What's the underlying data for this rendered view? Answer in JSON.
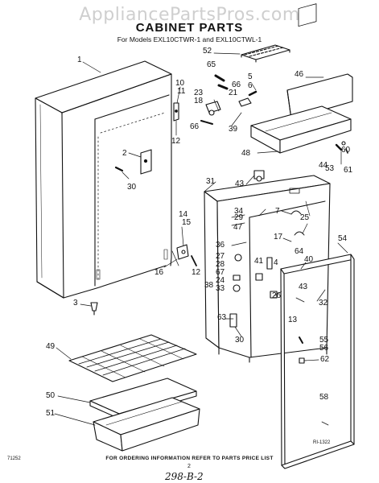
{
  "watermark": "AppliancePartsPros.com",
  "title": "CABINET PARTS",
  "subtitle": "For Models EXL10CTWR-1 and EXL10CTWL-1",
  "footer_note": "FOR ORDERING INFORMATION REFER TO PARTS PRICE LIST",
  "doc_code": "71252",
  "page_number": "2",
  "handwritten": "298-B-2",
  "ref_code": "RI-1322",
  "callouts": [
    {
      "id": "1",
      "label": "1"
    },
    {
      "id": "2",
      "label": "2"
    },
    {
      "id": "3",
      "label": "3"
    },
    {
      "id": "30a",
      "label": "30"
    },
    {
      "id": "10",
      "label": "10"
    },
    {
      "id": "11",
      "label": "11"
    },
    {
      "id": "12a",
      "label": "12"
    },
    {
      "id": "23",
      "label": "23"
    },
    {
      "id": "18",
      "label": "18"
    },
    {
      "id": "65",
      "label": "65"
    },
    {
      "id": "66a",
      "label": "66"
    },
    {
      "id": "21",
      "label": "21"
    },
    {
      "id": "66b",
      "label": "66"
    },
    {
      "id": "39",
      "label": "39"
    },
    {
      "id": "5",
      "label": "5"
    },
    {
      "id": "6",
      "label": "6"
    },
    {
      "id": "52",
      "label": "52"
    },
    {
      "id": "46",
      "label": "46"
    },
    {
      "id": "48",
      "label": "48"
    },
    {
      "id": "60",
      "label": "60"
    },
    {
      "id": "44",
      "label": "44"
    },
    {
      "id": "53",
      "label": "53"
    },
    {
      "id": "61",
      "label": "61"
    },
    {
      "id": "31",
      "label": "31"
    },
    {
      "id": "43a",
      "label": "43"
    },
    {
      "id": "34",
      "label": "34"
    },
    {
      "id": "29",
      "label": "29"
    },
    {
      "id": "47",
      "label": "47"
    },
    {
      "id": "7",
      "label": "7"
    },
    {
      "id": "25",
      "label": "25"
    },
    {
      "id": "17",
      "label": "17"
    },
    {
      "id": "14",
      "label": "14"
    },
    {
      "id": "15",
      "label": "15"
    },
    {
      "id": "36",
      "label": "36"
    },
    {
      "id": "27",
      "label": "27"
    },
    {
      "id": "28",
      "label": "28"
    },
    {
      "id": "67",
      "label": "67"
    },
    {
      "id": "24",
      "label": "24"
    },
    {
      "id": "33",
      "label": "33"
    },
    {
      "id": "38",
      "label": "38"
    },
    {
      "id": "41",
      "label": "41"
    },
    {
      "id": "4",
      "label": "4"
    },
    {
      "id": "40",
      "label": "40"
    },
    {
      "id": "64",
      "label": "64"
    },
    {
      "id": "54",
      "label": "54"
    },
    {
      "id": "16",
      "label": "16"
    },
    {
      "id": "12b",
      "label": "12"
    },
    {
      "id": "26",
      "label": "26"
    },
    {
      "id": "43b",
      "label": "43"
    },
    {
      "id": "32",
      "label": "32"
    },
    {
      "id": "63",
      "label": "63"
    },
    {
      "id": "13",
      "label": "13"
    },
    {
      "id": "30b",
      "label": "30"
    },
    {
      "id": "55",
      "label": "55"
    },
    {
      "id": "56",
      "label": "56"
    },
    {
      "id": "62",
      "label": "62"
    },
    {
      "id": "58",
      "label": "58"
    },
    {
      "id": "49",
      "label": "49"
    },
    {
      "id": "50",
      "label": "50"
    },
    {
      "id": "51",
      "label": "51"
    }
  ]
}
